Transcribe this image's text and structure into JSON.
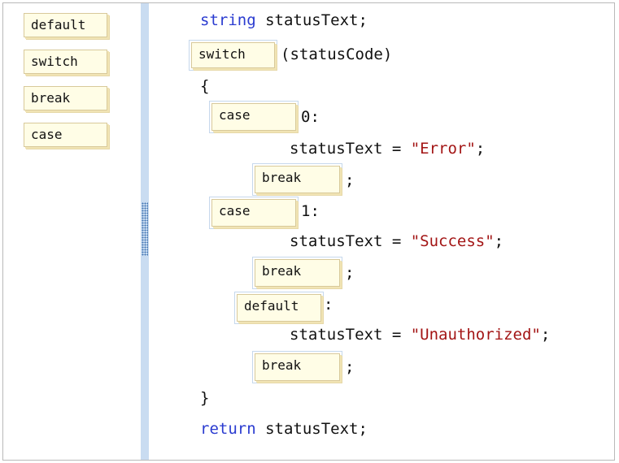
{
  "palette": {
    "tiles": [
      "default",
      "switch",
      "break",
      "case"
    ]
  },
  "code": {
    "line1": {
      "keyword": "string",
      "rest": " statusText;"
    },
    "line2": {
      "tile": "switch",
      "rest": "(statusCode)"
    },
    "open_brace": "{",
    "case0": {
      "tile": "case",
      "rest": "0:"
    },
    "assign0": {
      "lhs": "statusText = ",
      "str": "\"Error\"",
      "end": ";"
    },
    "break0": {
      "tile": "break",
      "rest": ";"
    },
    "case1": {
      "tile": "case",
      "rest": "1:"
    },
    "assign1": {
      "lhs": "statusText = ",
      "str": "\"Success\"",
      "end": ";"
    },
    "break1": {
      "tile": "break",
      "rest": ";"
    },
    "default_row": {
      "tile": "default",
      "rest": ":"
    },
    "assign2": {
      "lhs": "statusText = ",
      "str": "\"Unauthorized\"",
      "end": ";"
    },
    "break2": {
      "tile": "break",
      "rest": ";"
    },
    "close_brace": "}",
    "return_line": {
      "keyword": "return",
      "rest": " statusText;"
    }
  },
  "colors": {
    "keyword": "#2a3bd0",
    "string": "#a31515",
    "tile_bg": "#fffde6",
    "divider": "#c9dcf1"
  }
}
